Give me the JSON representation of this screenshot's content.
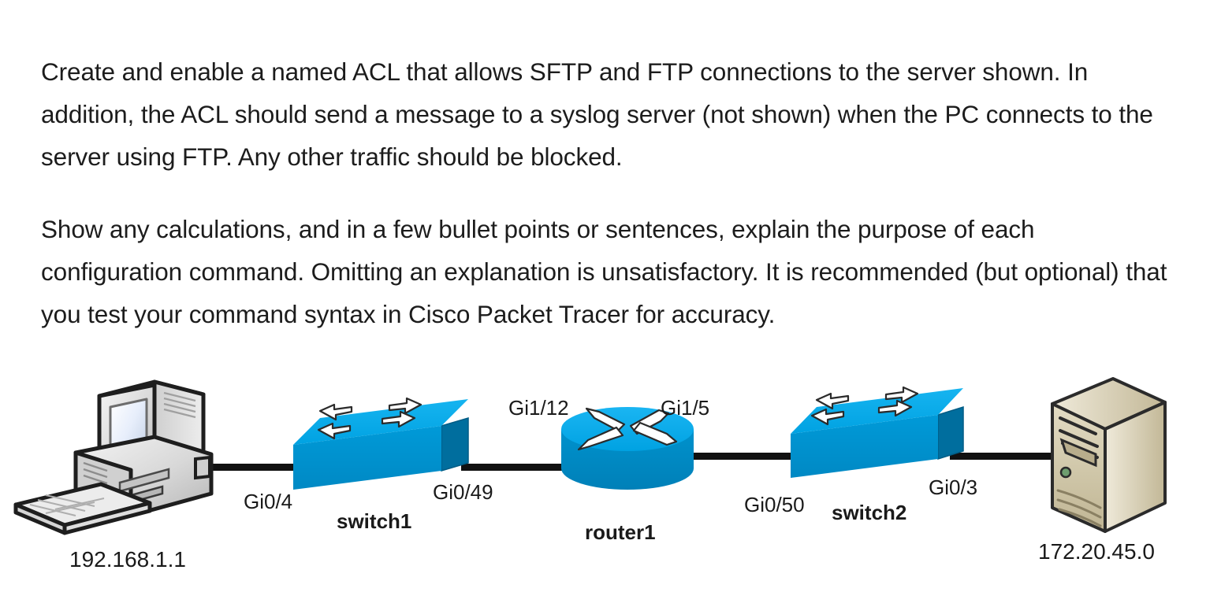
{
  "document": {
    "paragraphs": [
      "Create and enable a named ACL that allows SFTP and FTP connections to the server shown. In addition, the ACL should send a message to a syslog server (not shown) when the PC connects to the server using FTP. Any other traffic should be blocked.",
      "Show any calculations, and in a few bullet points or sentences, explain the purpose of each configuration command. Omitting an explanation is unsatisfactory. It is recommended (but optional) that you test your command syntax in Cisco Packet Tracer for accuracy."
    ]
  },
  "diagram": {
    "type": "network-topology",
    "colors": {
      "switch_top": "#00A6E8",
      "switch_front": "#0093CF",
      "switch_side": "#0077AA",
      "router_top": "#00AAEC",
      "router_body": "#0089C2",
      "link": "#111111",
      "server_face": "#CFC6A8",
      "server_top": "#E8E2CE",
      "server_side": "#BDB294",
      "pc_body": "#DCDCDC",
      "label_text": "#1a1a1a"
    },
    "nodes": [
      {
        "id": "pc",
        "icon": "pc-icon",
        "ip": "192.168.1.1"
      },
      {
        "id": "switch1",
        "icon": "switch-icon",
        "name": "switch1"
      },
      {
        "id": "router1",
        "icon": "router-icon",
        "name": "router1"
      },
      {
        "id": "switch2",
        "icon": "switch-icon",
        "name": "switch2"
      },
      {
        "id": "server",
        "icon": "server-icon",
        "ip": "172.20.45.0"
      }
    ],
    "interfaces": {
      "switch1_left": "Gi0/4",
      "switch1_right": "Gi0/49",
      "router1_left": "Gi1/12",
      "router1_right": "Gi1/5",
      "switch2_left": "Gi0/50",
      "switch2_right": "Gi0/3"
    },
    "links": [
      {
        "from": "pc",
        "to": "switch1"
      },
      {
        "from": "switch1",
        "to": "router1"
      },
      {
        "from": "router1",
        "to": "switch2"
      },
      {
        "from": "switch2",
        "to": "server"
      }
    ]
  }
}
